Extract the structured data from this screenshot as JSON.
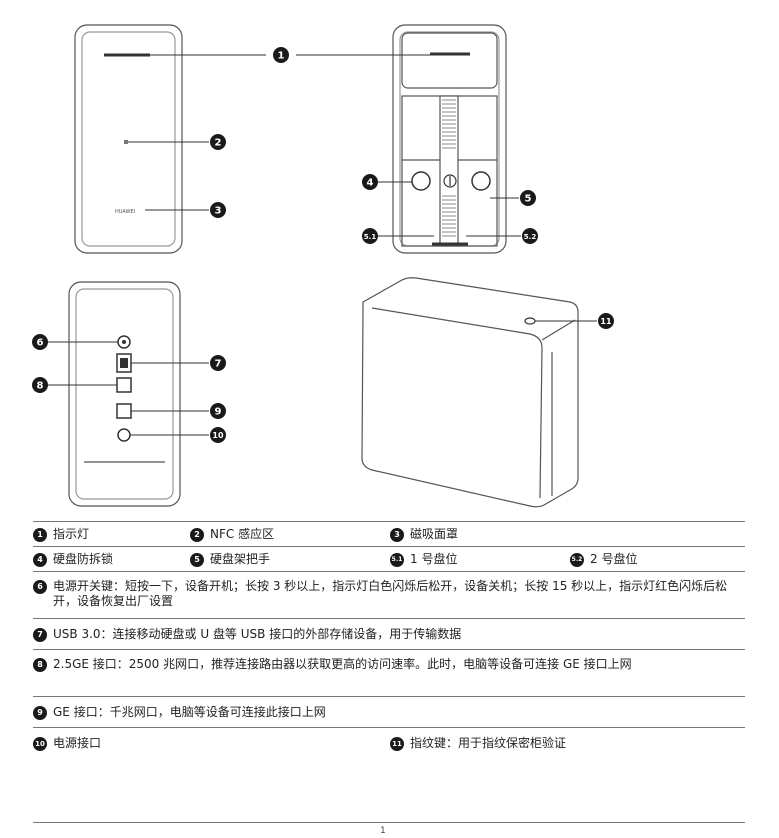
{
  "brand_logo": "HUAWEI",
  "callouts": [
    "1",
    "2",
    "3",
    "4",
    "5",
    "5.1",
    "5.2",
    "6",
    "7",
    "8",
    "9",
    "10",
    "11"
  ],
  "legend": {
    "row1": [
      {
        "num": "1",
        "text": "指示灯"
      },
      {
        "num": "2",
        "text": "NFC 感应区"
      },
      {
        "num": "3",
        "text": "磁吸面罩"
      }
    ],
    "row2": [
      {
        "num": "4",
        "text": "硬盘防拆锁"
      },
      {
        "num": "5",
        "text": "硬盘架把手"
      },
      {
        "num": "5.1",
        "text": "1 号盘位"
      },
      {
        "num": "5.2",
        "text": "2 号盘位"
      }
    ],
    "item6": {
      "num": "6",
      "text": "电源开关键：短按一下，设备开机；长按 3 秒以上，指示灯白色闪烁后松开，设备关机；长按 15 秒以上，指示灯红色闪烁后松开，设备恢复出厂设置"
    },
    "item7": {
      "num": "7",
      "text": "USB 3.0：连接移动硬盘或 U 盘等 USB 接口的外部存储设备，用于传输数据"
    },
    "item8": {
      "num": "8",
      "text": "2.5GE 接口：2500 兆网口，推荐连接路由器以获取更高的访问速率。此时，电脑等设备可连接 GE 接口上网"
    },
    "item9": {
      "num": "9",
      "text": "GE 接口：千兆网口，电脑等设备可连接此接口上网"
    },
    "row10": [
      {
        "num": "10",
        "text": "电源接口"
      },
      {
        "num": "11",
        "text": "指纹键：用于指纹保密柜验证"
      }
    ]
  },
  "page_number": "1"
}
